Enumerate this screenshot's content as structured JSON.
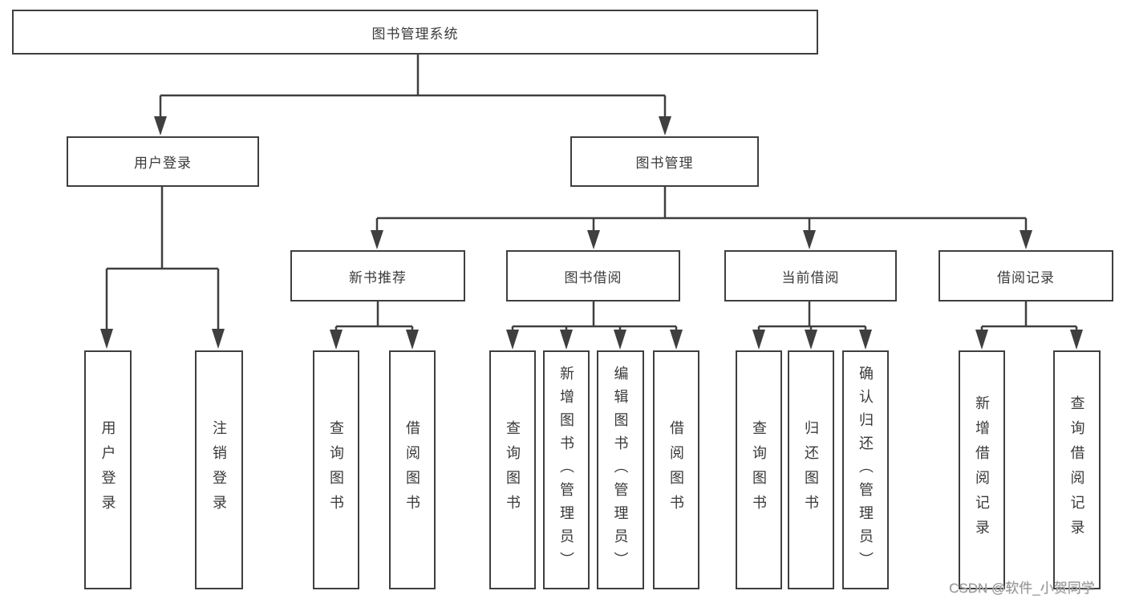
{
  "tree": {
    "label": "图书管理系统",
    "children": [
      {
        "label": "用户登录",
        "children": [
          {
            "label": "用户登录"
          },
          {
            "label": "注销登录"
          }
        ]
      },
      {
        "label": "图书管理",
        "children": [
          {
            "label": "新书推荐",
            "children": [
              {
                "label": "查询图书"
              },
              {
                "label": "借阅图书"
              }
            ]
          },
          {
            "label": "图书借阅",
            "children": [
              {
                "label": "查询图书"
              },
              {
                "label": "新增图书（管理员）"
              },
              {
                "label": "编辑图书（管理员）"
              },
              {
                "label": "借阅图书"
              }
            ]
          },
          {
            "label": "当前借阅",
            "children": [
              {
                "label": "查询图书"
              },
              {
                "label": "归还图书"
              },
              {
                "label": "确认归还（管理员）"
              }
            ]
          },
          {
            "label": "借阅记录",
            "children": [
              {
                "label": "新增借阅记录"
              },
              {
                "label": "查询借阅记录"
              }
            ]
          }
        ]
      }
    ]
  },
  "watermark": {
    "text": "CSDN @软件_小贺同学"
  },
  "colors": {
    "line": "#3f3f3f",
    "text": "#3a3a3a",
    "background": "#ffffff",
    "watermark": "#9a9a9a"
  }
}
